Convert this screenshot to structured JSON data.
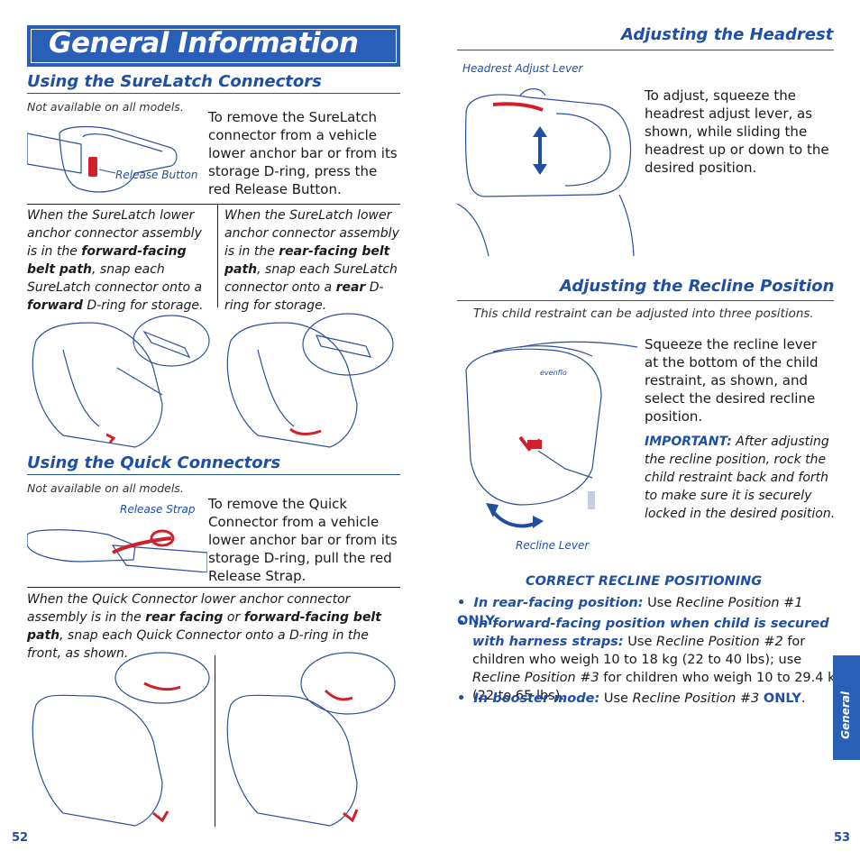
{
  "page_title": "General Information",
  "left": {
    "surelatch": {
      "heading": "Using the SureLatch Connectors",
      "note": "Not available on all models.",
      "caption": "Release Button",
      "body": "To remove the SureLatch connector from a vehicle lower anchor bar or from its storage D-ring, press the red Release Button.",
      "col1": {
        "pre": "When the SureLatch lower anchor connector assembly is in the ",
        "bold1": "forward-facing belt path",
        "mid": ", snap each SureLatch connector onto a ",
        "bold2": "forward",
        "post": " D-ring for storage."
      },
      "col2": {
        "pre": "When the SureLatch lower anchor connector assembly is in the ",
        "bold1": "rear-facing belt path",
        "mid": ", snap each SureLatch connector onto a ",
        "bold2": "rear",
        "post": " D-ring for storage."
      }
    },
    "quick": {
      "heading": "Using the Quick Connectors",
      "note": "Not available on all models.",
      "caption": "Release Strap",
      "body": "To remove the Quick Connector from a vehicle lower anchor bar or from its storage D-ring, pull the red Release Strap.",
      "para": {
        "pre": "When the Quick Connector lower anchor connector assembly is in the ",
        "bold1": "rear facing",
        "mid1": " or ",
        "bold2": "forward-facing belt path",
        "post": ", snap each Quick Connector onto a D-ring in the front, as shown."
      }
    },
    "page_number": "52"
  },
  "right": {
    "headrest": {
      "heading": "Adjusting the Headrest",
      "caption": "Headrest Adjust Lever",
      "body": "To adjust, squeeze the headrest adjust lever, as shown, while sliding the headrest up or down to the desired position."
    },
    "recline": {
      "heading": "Adjusting the Recline Position",
      "note": "This child restraint can be adjusted into three positions.",
      "body": "Squeeze the recline lever at the bottom of the child restraint, as shown, and select the desired recline position.",
      "important_label": "IMPORTANT:",
      "important_text": " After adjusting the recline position, rock the child restraint back and forth to make sure it is securely locked in the desired position.",
      "caption": "Recline Lever",
      "brand": "evenflo"
    },
    "correct": {
      "heading": "CORRECT RECLINE POSITIONING",
      "b1_lead": "In rear-facing position:",
      "b1_use": " Use ",
      "b1_pos": "Recline Position #1",
      "b1_only": "ONLY",
      "b1_end": ".",
      "b2_lead": "In forward-facing position when child is secured with harness straps:",
      "b2_use": " Use ",
      "b2_pos": "Recline Position #2",
      "b2_mid": " for children who weigh 10 to 18 kg (22 to 40 lbs); use ",
      "b2_pos2": "Recline Position #3",
      "b2_end": " for children who weigh 10 to 29.4 kg (22 to 65 lbs).",
      "b3_lead": "In booster mode:",
      "b3_use": " Use ",
      "b3_pos": "Recline Position #3",
      "b3_only": "ONLY",
      "b3_end": "."
    },
    "tab_label": "General",
    "page_number": "53"
  },
  "colors": {
    "accent_blue": "#2a5fb8",
    "heading_blue": "#1e4fa3",
    "red": "#d0202a"
  }
}
